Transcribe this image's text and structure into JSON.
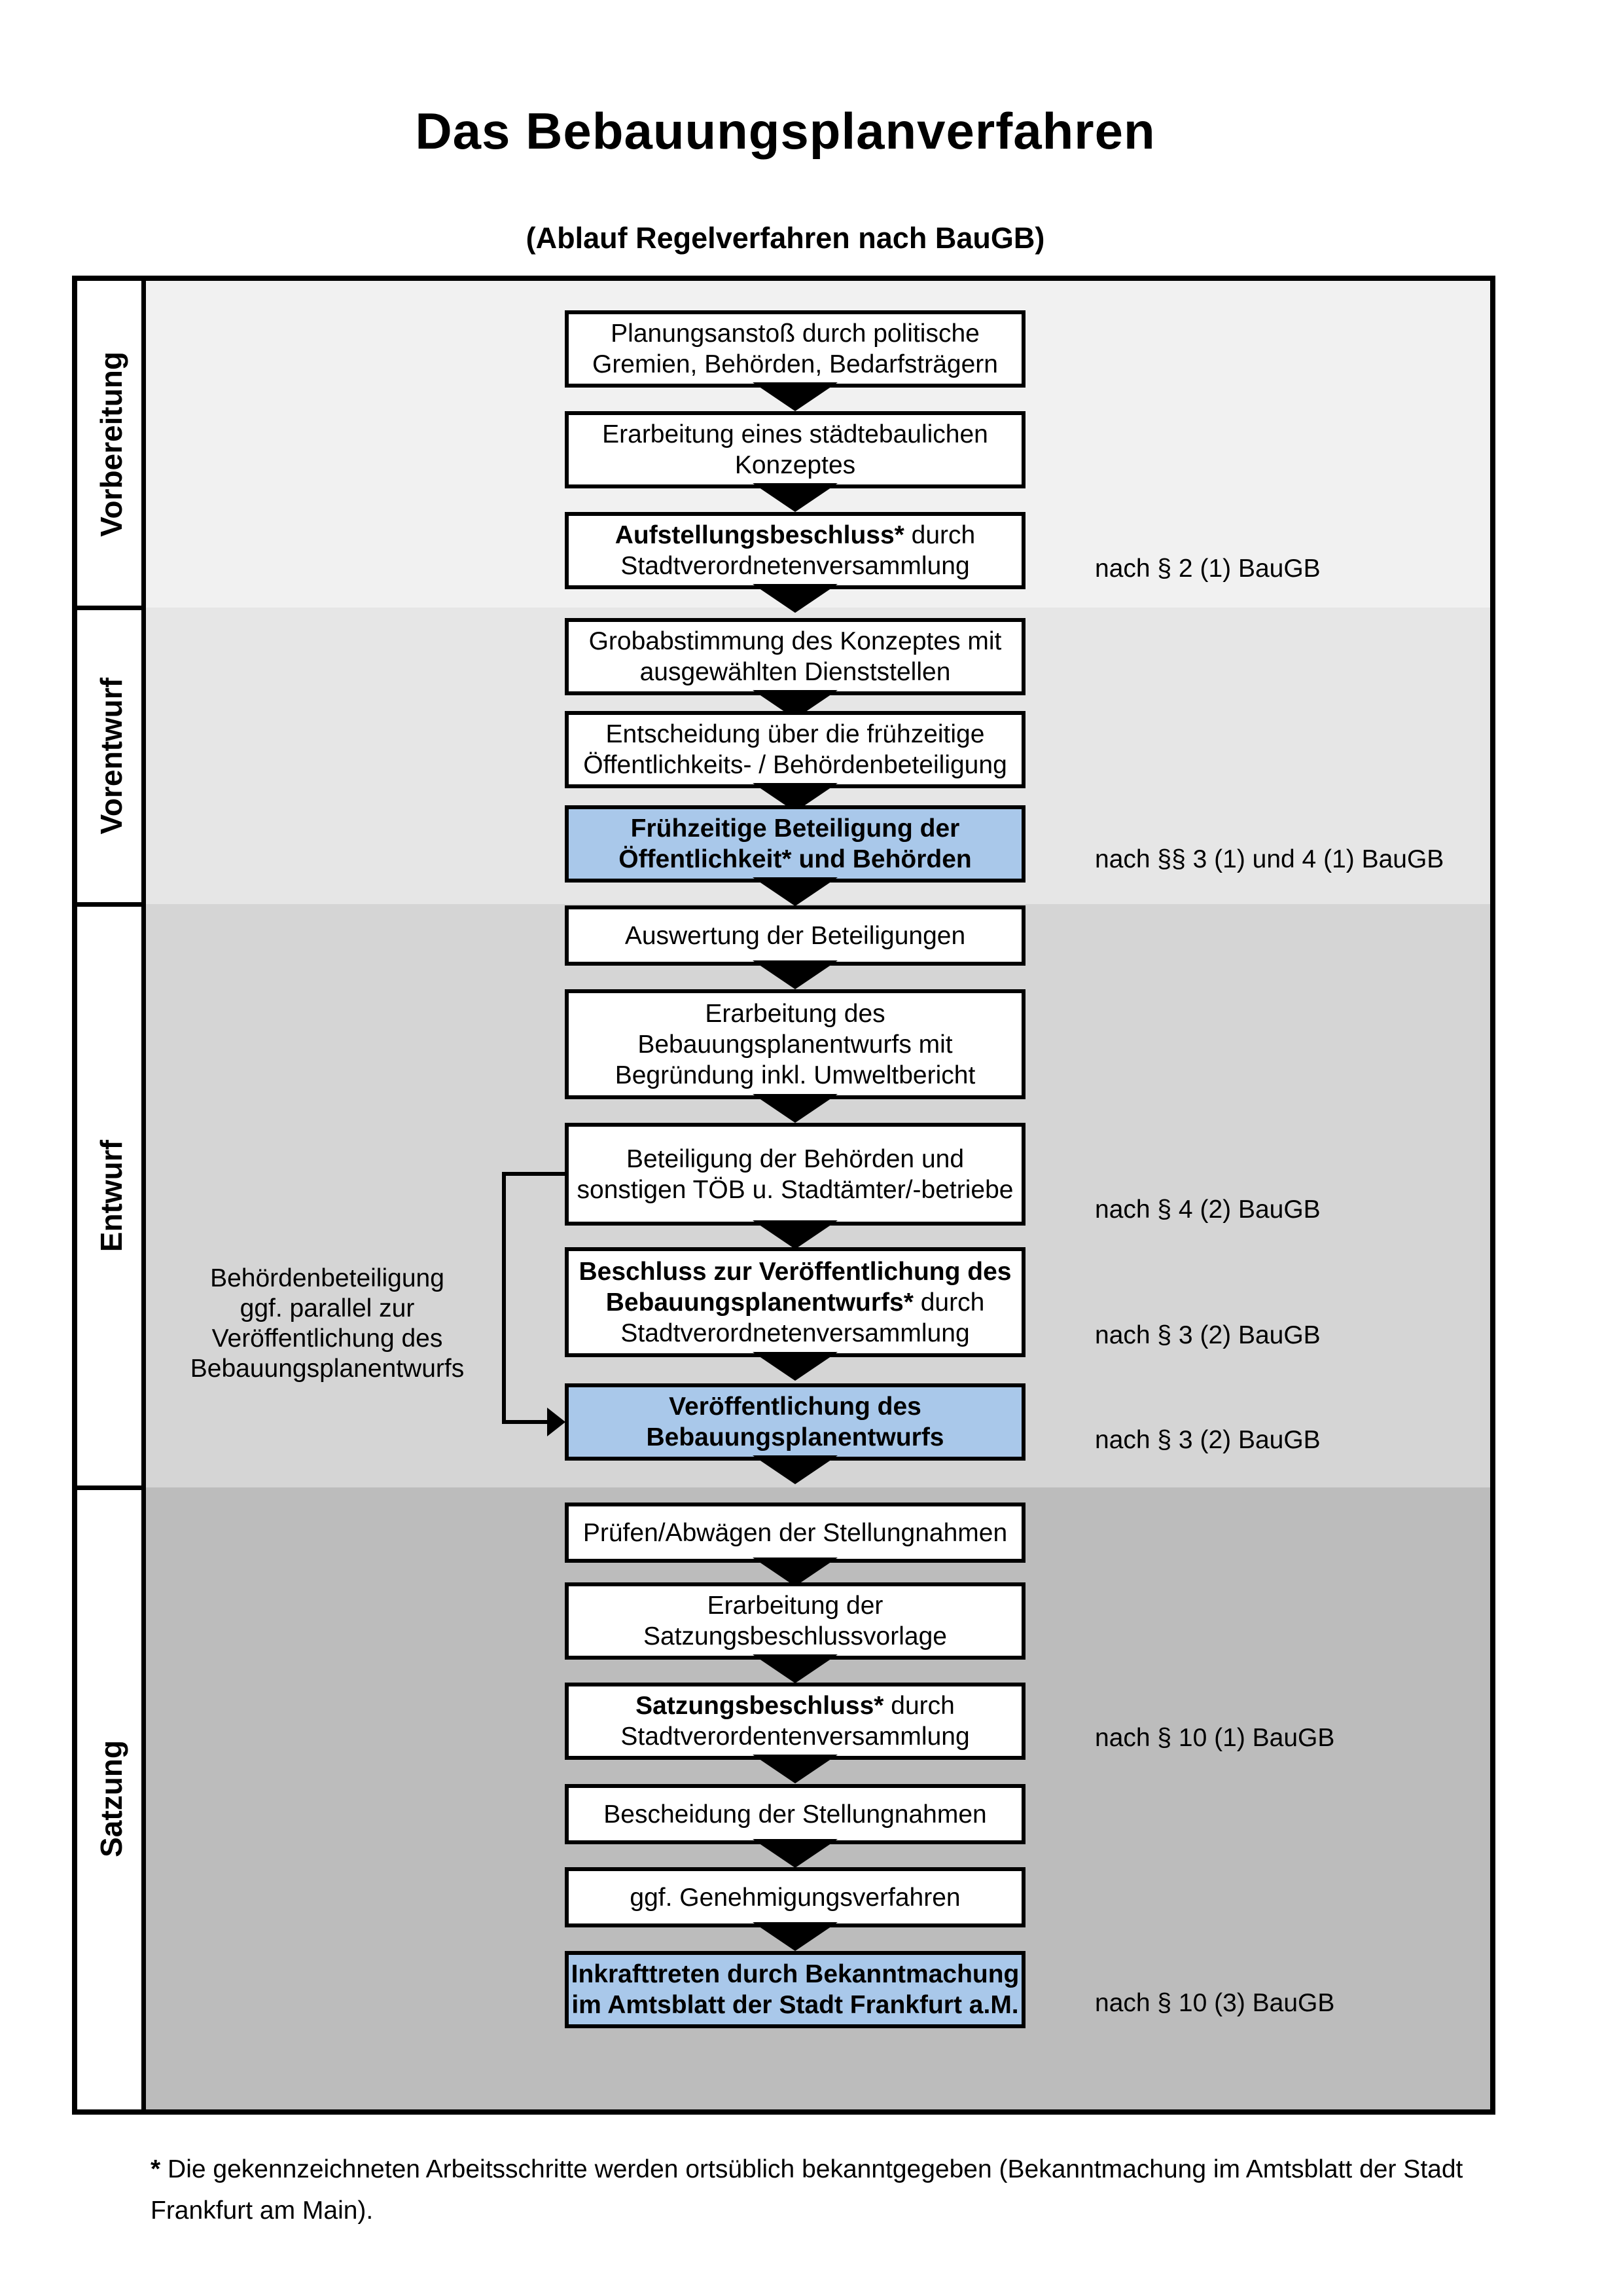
{
  "title": "Das Bebauungsplanverfahren",
  "subtitle": "(Ablauf Regelverfahren nach BauGB)",
  "phases": [
    {
      "id": "vorbereitung",
      "label": "Vorbereitung"
    },
    {
      "id": "vorentwurf",
      "label": "Vorentwurf"
    },
    {
      "id": "entwurf",
      "label": "Entwurf"
    },
    {
      "id": "satzung",
      "label": "Satzung"
    }
  ],
  "boxes": [
    {
      "id": "planungsanstoss",
      "phase": "vorbereitung",
      "highlight": false,
      "lines": [
        [
          {
            "t": "Planungsanstoß durch politische",
            "b": false
          }
        ],
        [
          {
            "t": "Gremien, Behörden, Bedarfsträgern",
            "b": false
          }
        ]
      ]
    },
    {
      "id": "staedtebauliches-konzept",
      "phase": "vorbereitung",
      "highlight": false,
      "lines": [
        [
          {
            "t": "Erarbeitung eines städtebaulichen",
            "b": false
          }
        ],
        [
          {
            "t": "Konzeptes",
            "b": false
          }
        ]
      ]
    },
    {
      "id": "aufstellungsbeschluss",
      "phase": "vorbereitung",
      "highlight": false,
      "lines": [
        [
          {
            "t": "Aufstellungsbeschluss*",
            "b": true
          },
          {
            "t": " durch",
            "b": false
          }
        ],
        [
          {
            "t": "Stadtverordnetenversammlung",
            "b": false
          }
        ]
      ]
    },
    {
      "id": "grobabstimmung",
      "phase": "vorentwurf",
      "highlight": false,
      "lines": [
        [
          {
            "t": "Grobabstimmung des Konzeptes mit",
            "b": false
          }
        ],
        [
          {
            "t": "ausgewählten Dienststellen",
            "b": false
          }
        ]
      ]
    },
    {
      "id": "entscheidung-beteiligung",
      "phase": "vorentwurf",
      "highlight": false,
      "lines": [
        [
          {
            "t": "Entscheidung über die frühzeitige",
            "b": false
          }
        ],
        [
          {
            "t": "Öffentlichkeits- / Behördenbeteiligung",
            "b": false
          }
        ]
      ]
    },
    {
      "id": "fruehzeitige-beteiligung",
      "phase": "vorentwurf",
      "highlight": true,
      "lines": [
        [
          {
            "t": "Frühzeitige Beteiligung der",
            "b": true
          }
        ],
        [
          {
            "t": "Öffentlichkeit* und Behörden",
            "b": true
          }
        ]
      ]
    },
    {
      "id": "auswertung-beteiligungen",
      "phase": "entwurf",
      "highlight": false,
      "lines": [
        [
          {
            "t": "Auswertung der Beteiligungen",
            "b": false
          }
        ]
      ]
    },
    {
      "id": "erarbeitung-entwurf",
      "phase": "entwurf",
      "highlight": false,
      "lines": [
        [
          {
            "t": "Erarbeitung des",
            "b": false
          }
        ],
        [
          {
            "t": "Bebauungsplanentwurfs mit",
            "b": false
          }
        ],
        [
          {
            "t": "Begründung inkl. Umweltbericht",
            "b": false
          }
        ]
      ]
    },
    {
      "id": "behoerdenbeteiligung-toeb",
      "phase": "entwurf",
      "highlight": false,
      "lines": [
        [
          {
            "t": "Beteiligung der Behörden und",
            "b": false
          }
        ],
        [
          {
            "t": "sonstigen TÖB u. Stadtämter/-betriebe",
            "b": false
          }
        ]
      ]
    },
    {
      "id": "beschluss-veroeffentlichung",
      "phase": "entwurf",
      "highlight": false,
      "lines": [
        [
          {
            "t": "Beschluss zur Veröffentlichung des",
            "b": true
          }
        ],
        [
          {
            "t": "Bebauungsplanentwurfs*",
            "b": true
          },
          {
            "t": " durch",
            "b": false
          }
        ],
        [
          {
            "t": "Stadtverordnetenversammlung",
            "b": false
          }
        ]
      ]
    },
    {
      "id": "veroeffentlichung-entwurf",
      "phase": "entwurf",
      "highlight": true,
      "lines": [
        [
          {
            "t": "Veröffentlichung des",
            "b": true
          }
        ],
        [
          {
            "t": "Bebauungsplanentwurfs",
            "b": true
          }
        ]
      ]
    },
    {
      "id": "pruefen-abwaegen",
      "phase": "satzung",
      "highlight": false,
      "lines": [
        [
          {
            "t": "Prüfen/Abwägen der Stellungnahmen",
            "b": false
          }
        ]
      ]
    },
    {
      "id": "satzungsbeschlussvorlage",
      "phase": "satzung",
      "highlight": false,
      "lines": [
        [
          {
            "t": "Erarbeitung der",
            "b": false
          }
        ],
        [
          {
            "t": "Satzungsbeschlussvorlage",
            "b": false
          }
        ]
      ]
    },
    {
      "id": "satzungsbeschluss",
      "phase": "satzung",
      "highlight": false,
      "lines": [
        [
          {
            "t": "Satzungsbeschluss*",
            "b": true
          },
          {
            "t": " durch",
            "b": false
          }
        ],
        [
          {
            "t": "Stadtverordentenversammlung",
            "b": false
          }
        ]
      ]
    },
    {
      "id": "bescheidung",
      "phase": "satzung",
      "highlight": false,
      "lines": [
        [
          {
            "t": "Bescheidung der Stellungnahmen",
            "b": false
          }
        ]
      ]
    },
    {
      "id": "genehmigungsverfahren",
      "phase": "satzung",
      "highlight": false,
      "lines": [
        [
          {
            "t": "ggf. Genehmigungsverfahren",
            "b": false
          }
        ]
      ]
    },
    {
      "id": "inkrafttreten",
      "phase": "satzung",
      "highlight": true,
      "lines": [
        [
          {
            "t": "Inkrafttreten",
            "b": true
          },
          {
            "t": " durch Bekanntmachung",
            "b": false
          }
        ],
        [
          {
            "t": "im Amtsblatt der Stadt Frankfurt a.M.",
            "b": false
          }
        ]
      ]
    }
  ],
  "references": [
    {
      "text": "nach § 2 (1) BauGB"
    },
    {
      "text": "nach §§ 3 (1) und 4 (1) BauGB"
    },
    {
      "text": "nach § 4 (2) BauGB"
    },
    {
      "text": "nach § 3 (2) BauGB"
    },
    {
      "text": "nach § 3 (2) BauGB"
    },
    {
      "text": "nach § 10 (1) BauGB"
    },
    {
      "text": "nach § 10 (3) BauGB"
    }
  ],
  "annotation": {
    "lines": [
      "Behördenbeteiligung",
      "ggf. parallel zur",
      "Veröffentlichung des",
      "Bebauungsplanentwurfs"
    ]
  },
  "footnote": {
    "marker": "*",
    "text": " Die gekennzeichneten Arbeitsschritte werden ortsüblich bekanntgegeben (Bekanntmachung im Amtsblatt  der Stadt Frankfurt am Main)."
  },
  "colors": {
    "band_vorbereitung": "#f1f1f1",
    "band_vorentwurf": "#e6e6e6",
    "band_entwurf": "#d5d5d5",
    "band_satzung": "#bcbcbc",
    "highlight_box": "#a9c8ea",
    "box_background": "#ffffff",
    "line": "#000000"
  }
}
